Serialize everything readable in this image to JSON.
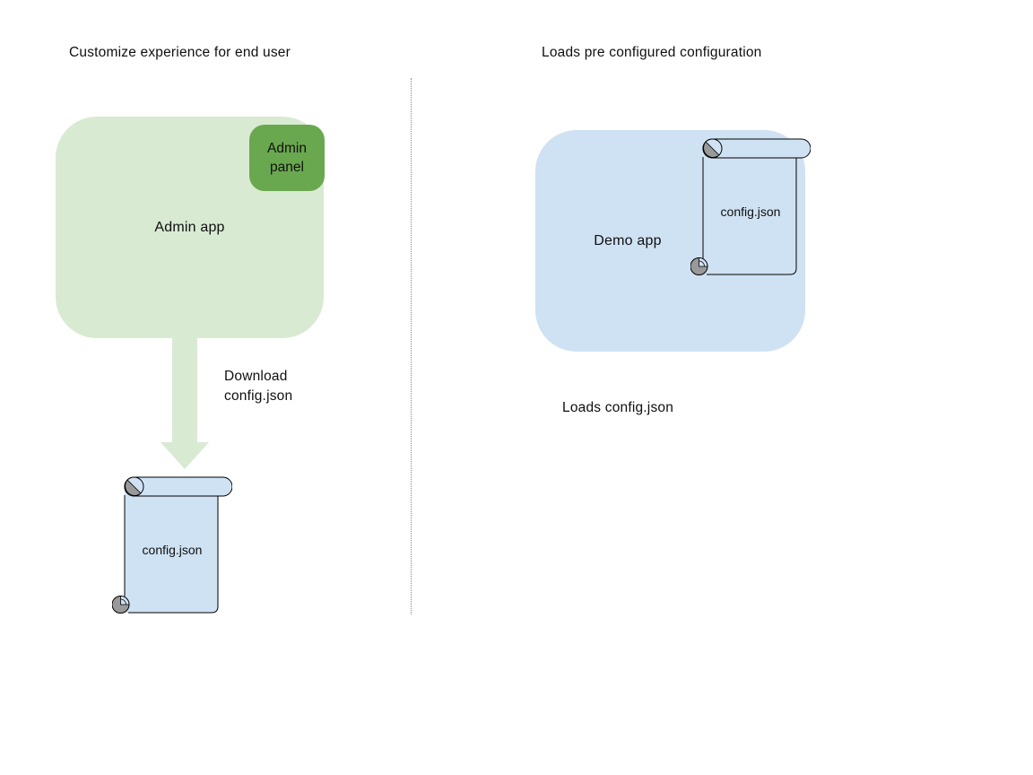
{
  "diagram": {
    "left": {
      "title": "Customize experience for end user",
      "admin_app_label": "Admin app",
      "admin_panel_label": "Admin panel",
      "arrow_caption": "Download config.json",
      "scroll_label": "config.json"
    },
    "right": {
      "title": "Loads pre configured configuration",
      "demo_app_label": "Demo app",
      "scroll_label": "config.json",
      "caption": "Loads config.json"
    },
    "colors": {
      "admin_app_fill": "#d9ead3",
      "admin_panel_fill": "#6aa84f",
      "arrow_fill": "#d9ead3",
      "demo_app_fill": "#cfe2f3",
      "scroll_fill": "#cfe2f3",
      "curl_gray": "#999999",
      "outline": "#000000",
      "divider_gray": "#8a8a8a",
      "background": "#ffffff"
    },
    "icons": {
      "left_file": "scroll-icon",
      "right_file": "scroll-icon",
      "flow": "arrow-down-icon"
    }
  }
}
